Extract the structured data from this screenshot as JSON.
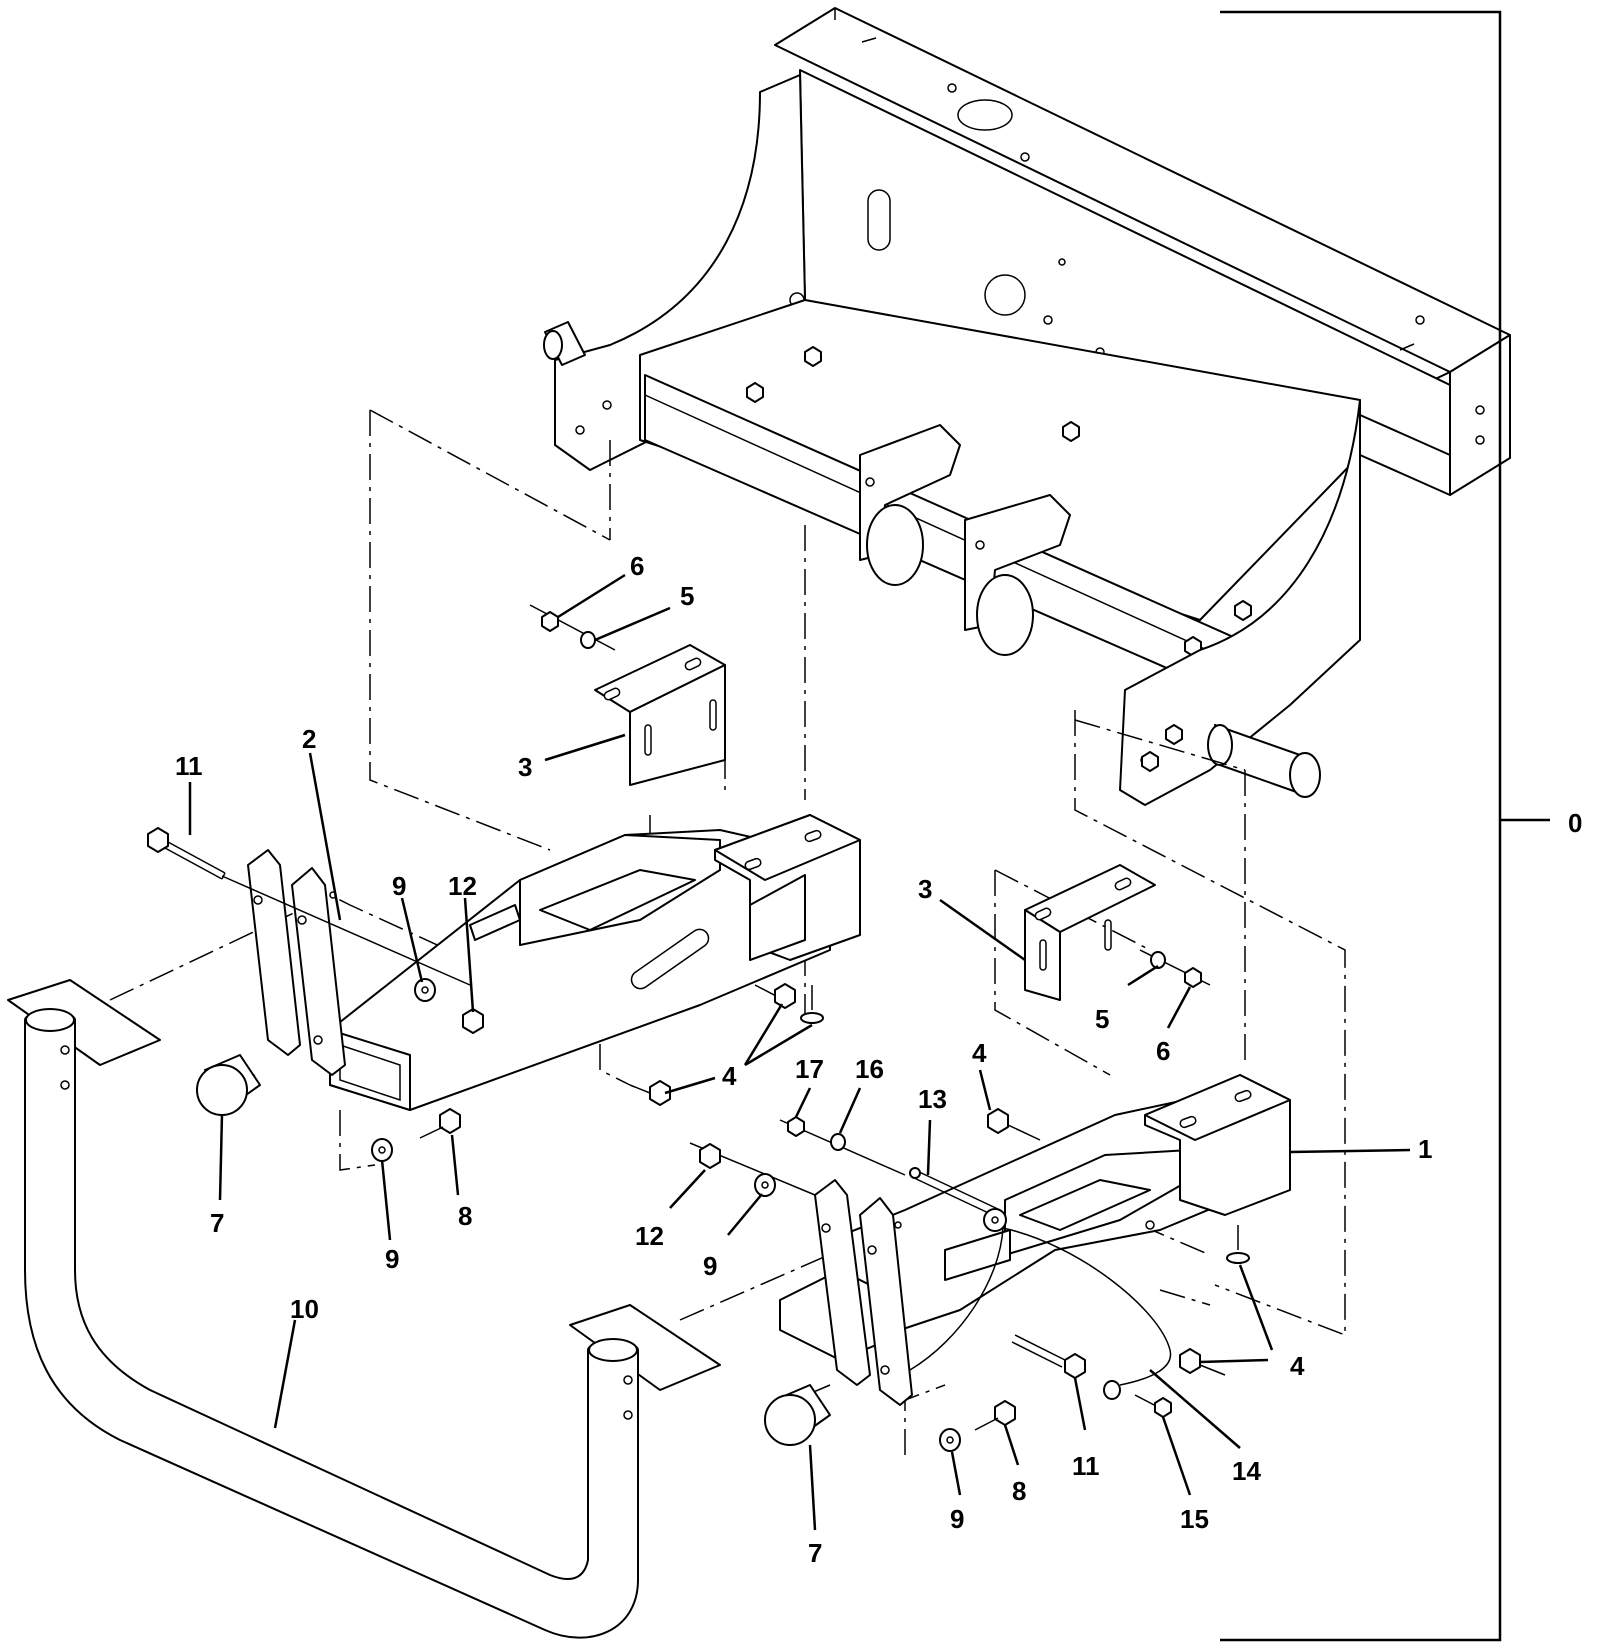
{
  "colors": {
    "line": "#000000",
    "background": "#ffffff"
  },
  "callouts": {
    "assembly": "0",
    "front_weldment_right": "1",
    "front_weldment_left": "2",
    "mount_bracket": "3",
    "screw_flange": "4",
    "washer_bracket": "5",
    "nut_flange": "6",
    "bumper_cap": "7",
    "bolt_short": "8",
    "washer_flat": "9",
    "foot_bar": "10",
    "bolt_long": "11",
    "lock_nut": "12",
    "pin": "13",
    "lanyard_cable": "14",
    "screw_small": "15",
    "washer_small": "16",
    "nut_small": "17"
  }
}
